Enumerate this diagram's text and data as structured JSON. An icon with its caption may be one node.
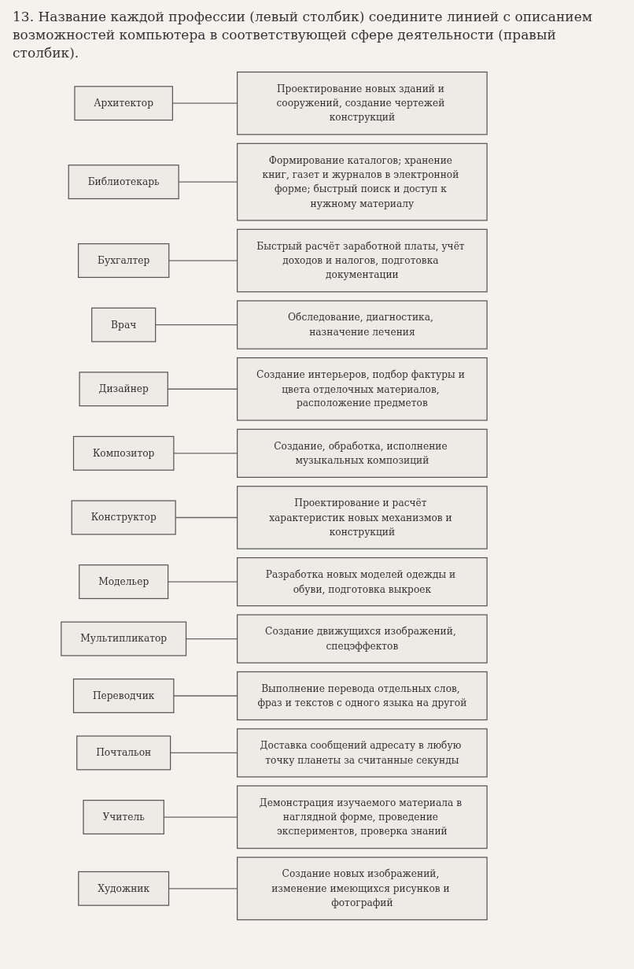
{
  "diagram": {
    "title": "13. Название каждой профессии (левый столбик) соедините линией с описанием возможностей компьютера в соответствующей сфере деятельности (правый столбик).",
    "nodes": [
      {
        "text": [
          "Архитектор"
        ]
      },
      {
        "text": [
          "Библиотекарь"
        ]
      },
      {
        "text": [
          "Бухгалтер"
        ]
      },
      {
        "text": [
          "Врач"
        ]
      },
      {
        "text": [
          "Дизайнер"
        ]
      },
      {
        "text": [
          "Композитор"
        ]
      },
      {
        "text": [
          "Конструктор"
        ]
      },
      {
        "text": [
          "Модельер"
        ]
      },
      {
        "text": [
          "Мультипликатор"
        ]
      },
      {
        "text": [
          "Переводчик"
        ]
      },
      {
        "text": [
          "Почтальон"
        ]
      },
      {
        "text": [
          "Учитель"
        ]
      },
      {
        "text": [
          "Художник"
        ]
      },
      {
        "text": [
          "Обследование, диагностика, назначение лечения"
        ]
      },
      {
        "text": [
          "Создание интерьеров, подбор фактуры и цвета отделочных материалов, расположение предметов"
        ]
      },
      {
        "text": [
          "Проектирование новых зданий и сооружений, создание чертежей конструкций"
        ]
      },
      {
        "text": [
          "Формирование каталогов; хранение книг, газет и журналов в электронной форме; быстрый поиск и доступ к нужному материалу"
        ]
      },
      {
        "text": [
          "Быстрый расчёт заработной платы, учёт доходов и налогов, подготовка документации"
        ]
      },
      {
        "text": [
          "Проектирование и расчёт характеристик новых механизмов и конструкций"
        ]
      },
      {
        "text": [
          "Разработка новых моделей одежды и обуви, подготовка выкроек"
        ]
      },
      {
        "text": [
          "Создание, обработка, исполнение музыкальных композиций"
        ]
      },
      {
        "text": [
          "Создание новых изображений, изменение имеющихся рисунков и фотографий"
        ]
      },
      {
        "text": [
          "Демонстрация изучаемого материала в наглядной форме, проведение экспериментов, проверка знаний"
        ]
      },
      {
        "text": [
          "Создание движущихся изображений, спецэффектов"
        ]
      },
      {
        "text": [
          "Выполнение перевода отдельных слов, фраз и текстов с одного языка на другой"
        ]
      },
      {
        "text": [
          "Доставка сообщений адресату в любую точку планеты за считанные секунды"
        ]
      }
    ],
    "edges": [
      {
        "from": 0,
        "to": 15,
        "arrow": "none"
      },
      {
        "from": 1,
        "to": 16,
        "arrow": "none"
      },
      {
        "from": 2,
        "to": 17,
        "arrow": "none"
      },
      {
        "from": 3,
        "to": 13,
        "arrow": "none"
      },
      {
        "from": 4,
        "to": 14,
        "arrow": "none"
      },
      {
        "from": 5,
        "to": 20,
        "arrow": "none"
      },
      {
        "from": 6,
        "to": 18,
        "arrow": "none"
      },
      {
        "from": 7,
        "to": 19,
        "arrow": "none"
      },
      {
        "from": 8,
        "to": 23,
        "arrow": "none"
      },
      {
        "from": 9,
        "to": 24,
        "arrow": "none"
      },
      {
        "from": 10,
        "to": 25,
        "arrow": "none"
      },
      {
        "from": 11,
        "to": 22,
        "arrow": "none"
      },
      {
        "from": 12,
        "to": 21,
        "arrow": "none"
      }
    ]
  }
}
